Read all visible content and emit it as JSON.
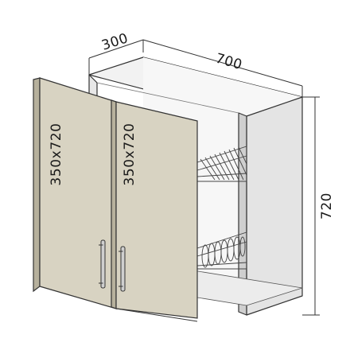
{
  "dimensions": {
    "depth": "300",
    "width": "700",
    "height": "720"
  },
  "doors": {
    "left_size": "350x720",
    "right_size": "350x720"
  },
  "colors": {
    "door_face": "#d8d3c2",
    "door_edge": "#b7b19d",
    "carcass_face": "#ececec",
    "carcass_shade": "#d6d6d6",
    "interior": "#f7f7f7",
    "outline": "#333333",
    "rack": "#444444",
    "handle": "#cfcfcf"
  }
}
